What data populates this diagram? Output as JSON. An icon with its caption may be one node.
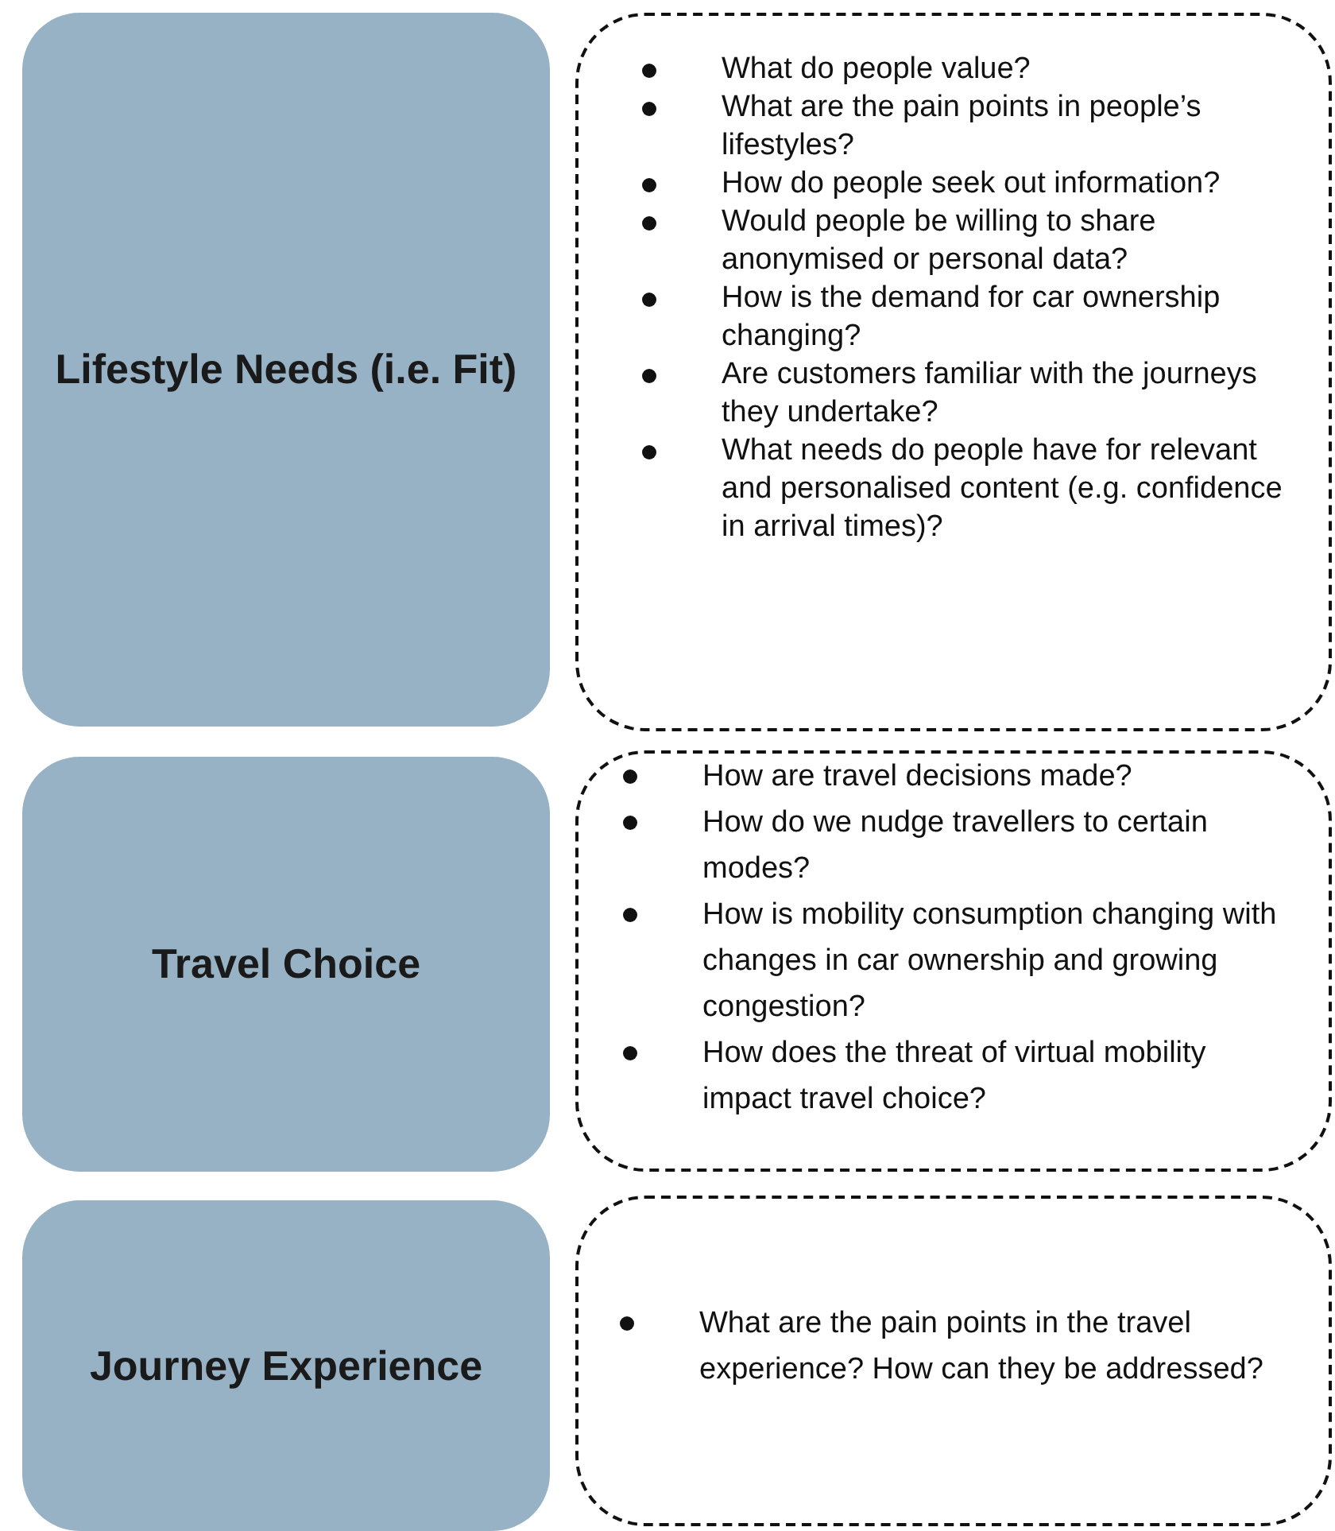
{
  "diagram": {
    "nodes": [
      {
        "text": [
          "Lifestyle Needs (i.e. Fit)"
        ]
      },
      {
        "text": [
          "What do people value?",
          "What are the pain points in people’s lifestyles?",
          "How do people seek out information?",
          "Would people be willing to share anonymised or personal data?",
          "How is the demand for car ownership changing?",
          "Are customers familiar with the journeys they undertake?",
          "What needs do people have for relevant and personalised content (e.g. confidence in arrival times)?"
        ]
      },
      {
        "text": [
          "Travel Choice"
        ]
      },
      {
        "text": [
          "How are travel decisions made?",
          "How do we nudge travellers to certain modes?",
          "How is mobility consumption changing with changes in car ownership and growing congestion?",
          "How does the threat of virtual mobility impact travel choice?"
        ]
      },
      {
        "text": [
          "Journey Experience"
        ]
      },
      {
        "text": [
          "What are the pain points in the travel experience? How can they be addressed?"
        ]
      }
    ]
  }
}
